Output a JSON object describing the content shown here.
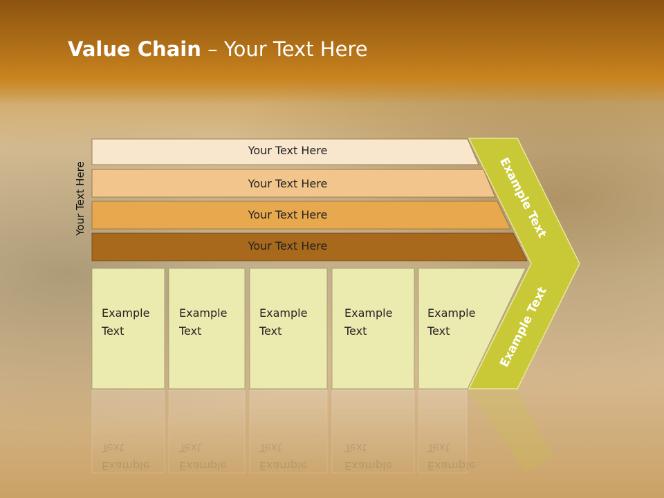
{
  "title": {
    "bold": "Value Chain",
    "rest": " – Your Text Here"
  },
  "side_label": "Your Text Here",
  "bars": [
    {
      "label": "Your Text Here",
      "color": "#f8e6cd"
    },
    {
      "label": "Your Text Here",
      "color": "#f1c58c"
    },
    {
      "label": "Your Text Here",
      "color": "#e8a84e"
    },
    {
      "label": "Your Text Here",
      "color": "#a9691c"
    }
  ],
  "cells": [
    {
      "line1": "Example",
      "line2": "Text"
    },
    {
      "line1": "Example",
      "line2": "Text"
    },
    {
      "line1": "Example",
      "line2": "Text"
    },
    {
      "line1": "Example",
      "line2": "Text"
    },
    {
      "line1": "Example",
      "line2": "Text"
    }
  ],
  "arrow": {
    "upper_label": "Example Text",
    "lower_label": "Example Text",
    "color": "#c9c938"
  },
  "colors": {
    "cell_fill": "#ebeaaf",
    "title_bar": "#b06f18"
  }
}
